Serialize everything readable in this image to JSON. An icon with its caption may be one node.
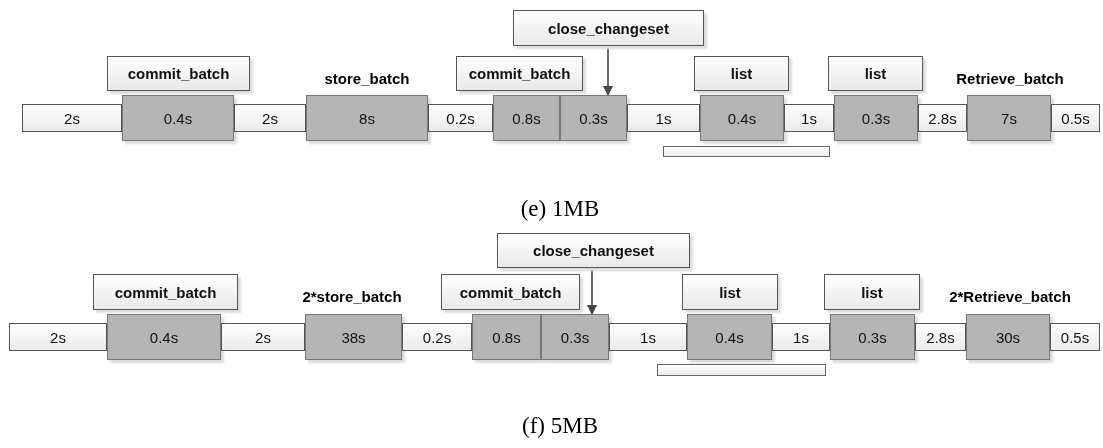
{
  "diagram": {
    "nodes": [
      {
        "text": [
          "close_changeset"
        ]
      },
      {
        "text": [
          "commit_batch"
        ]
      },
      {
        "text": [
          "commit_batch"
        ]
      },
      {
        "text": [
          "list"
        ]
      },
      {
        "text": [
          "list"
        ]
      },
      {
        "text": [
          "2s"
        ]
      },
      {
        "text": [
          "0.4s"
        ]
      },
      {
        "text": [
          "2s"
        ]
      },
      {
        "text": [
          "8s"
        ]
      },
      {
        "text": [
          "0.2s"
        ]
      },
      {
        "text": [
          "0.8s"
        ]
      },
      {
        "text": [
          "0.3s"
        ]
      },
      {
        "text": [
          "1s"
        ]
      },
      {
        "text": [
          "0.4s"
        ]
      },
      {
        "text": [
          "1s"
        ]
      },
      {
        "text": [
          "0.3s"
        ]
      },
      {
        "text": [
          "2.8s"
        ]
      },
      {
        "text": [
          "7s"
        ]
      },
      {
        "text": [
          "0.5s"
        ]
      },
      {
        "text": [],
        "shape": "bar"
      },
      {
        "text": [
          "close_changeset"
        ]
      },
      {
        "text": [
          "commit_batch"
        ]
      },
      {
        "text": [
          "commit_batch"
        ]
      },
      {
        "text": [
          "list"
        ]
      },
      {
        "text": [
          "list"
        ]
      },
      {
        "text": [
          "2s"
        ]
      },
      {
        "text": [
          "0.4s"
        ]
      },
      {
        "text": [
          "2s"
        ]
      },
      {
        "text": [
          "38s"
        ]
      },
      {
        "text": [
          "0.2s"
        ]
      },
      {
        "text": [
          "0.8s"
        ]
      },
      {
        "text": [
          "0.3s"
        ]
      },
      {
        "text": [
          "1s"
        ]
      },
      {
        "text": [
          "0.4s"
        ]
      },
      {
        "text": [
          "1s"
        ]
      },
      {
        "text": [
          "0.3s"
        ]
      },
      {
        "text": [
          "2.8s"
        ]
      },
      {
        "text": [
          "30s"
        ]
      },
      {
        "text": [
          "0.5s"
        ]
      },
      {
        "text": [],
        "shape": "bar"
      }
    ],
    "edges": [
      {
        "from": 0,
        "to": 11,
        "arrow": "to"
      },
      {
        "from": 20,
        "to": 31,
        "arrow": "to"
      }
    ],
    "labels": [
      "store_batch",
      "Retrieve_batch",
      "(e) 1MB",
      "2*store_batch",
      "2*Retrieve_batch",
      "(f) 5MB"
    ]
  }
}
